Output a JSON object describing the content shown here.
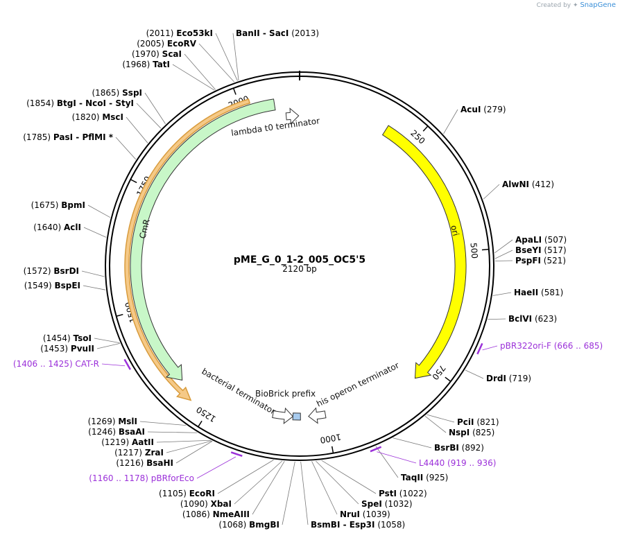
{
  "brand": {
    "prefix": "Created by",
    "name": "SnapGene"
  },
  "plasmid": {
    "name": "pME_G_0_1-2_005_OC5'5",
    "size": "2120 bp",
    "total_bp": 2120
  },
  "ruler_ticks": [
    {
      "bp": 250,
      "label": "250"
    },
    {
      "bp": 500,
      "label": "500"
    },
    {
      "bp": 750,
      "label": "750"
    },
    {
      "bp": 1000,
      "label": "1000"
    },
    {
      "bp": 1250,
      "label": "1250"
    },
    {
      "bp": 1500,
      "label": "1500"
    },
    {
      "bp": 1750,
      "label": "1750"
    },
    {
      "bp": 2000,
      "label": "2000"
    }
  ],
  "features": [
    {
      "name": "ori",
      "start": 190,
      "end": 790,
      "strand": 1,
      "color": "#ffff00",
      "track": "outer",
      "label": "ori"
    },
    {
      "name": "CmR",
      "start": 1330,
      "end": 2068,
      "strand": -1,
      "color": "#c8f7c8",
      "track": "inner",
      "label": "CmR"
    },
    {
      "name": "CmR-highlight",
      "start": 1290,
      "end": 2020,
      "strand": -1,
      "color": "#f5c987",
      "track": "highlight",
      "label": ""
    },
    {
      "name": "lambda t0 terminator",
      "start": 2090,
      "end": 2118,
      "strand": 1,
      "color": "#ffffff",
      "track": "terminator",
      "label": "lambda t0 terminator"
    },
    {
      "name": "his operon terminator",
      "start": 1040,
      "end": 1000,
      "strand": 1,
      "color": "#ffffff",
      "track": "terminator",
      "label": "his operon terminator"
    },
    {
      "name": "bacterial terminator",
      "start": 1075,
      "end": 1120,
      "strand": -1,
      "color": "#ffffff",
      "track": "terminator",
      "label": "bacterial terminator"
    },
    {
      "name": "BioBrick prefix",
      "start": 1058,
      "end": 1075,
      "strand": 0,
      "color": "#a8cbee",
      "track": "terminator",
      "label": "BioBrick prefix"
    }
  ],
  "enzymes": [
    {
      "name": "AcuI",
      "pos": "(279)"
    },
    {
      "name": "AlwNI",
      "pos": "(412)"
    },
    {
      "name": "ApaLI",
      "pos": "(507)"
    },
    {
      "name": "BseYI",
      "pos": "(517)"
    },
    {
      "name": "PspFI",
      "pos": "(521)"
    },
    {
      "name": "HaeII",
      "pos": "(581)"
    },
    {
      "name": "BclVI",
      "pos": "(623)"
    },
    {
      "name": "DrdI",
      "pos": "(719)"
    },
    {
      "name": "PciI",
      "pos": "(821)"
    },
    {
      "name": "NspI",
      "pos": "(825)"
    },
    {
      "name": "BsrBI",
      "pos": "(892)"
    },
    {
      "name": "TaqII",
      "pos": "(925)"
    },
    {
      "name": "PstI",
      "pos": "(1022)"
    },
    {
      "name": "SpeI",
      "pos": "(1032)"
    },
    {
      "name": "NruI",
      "pos": "(1039)"
    },
    {
      "name": "BsmBI - Esp3I",
      "pos": "(1058)"
    },
    {
      "name": "BmgBI",
      "pos": "(1068)"
    },
    {
      "name": "NmeAIII",
      "pos": "(1086)"
    },
    {
      "name": "XbaI",
      "pos": "(1090)"
    },
    {
      "name": "EcoRI",
      "pos": "(1105)"
    },
    {
      "name": "BsaHI",
      "pos": "(1216)"
    },
    {
      "name": "ZraI",
      "pos": "(1217)"
    },
    {
      "name": "AatII",
      "pos": "(1219)"
    },
    {
      "name": "BsaAI",
      "pos": "(1246)"
    },
    {
      "name": "MslI",
      "pos": "(1269)"
    },
    {
      "name": "PvuII",
      "pos": "(1453)"
    },
    {
      "name": "TsoI",
      "pos": "(1454)"
    },
    {
      "name": "BspEI",
      "pos": "(1549)"
    },
    {
      "name": "BsrDI",
      "pos": "(1572)"
    },
    {
      "name": "AclI",
      "pos": "(1640)"
    },
    {
      "name": "BpmI",
      "pos": "(1675)"
    },
    {
      "name": "PasI - PflMI *",
      "pos": "(1785)"
    },
    {
      "name": "MscI",
      "pos": "(1820)"
    },
    {
      "name": "BtgI - NcoI - StyI",
      "pos": "(1854)"
    },
    {
      "name": "SspI",
      "pos": "(1865)"
    },
    {
      "name": "TatI",
      "pos": "(1968)"
    },
    {
      "name": "ScaI",
      "pos": "(1970)"
    },
    {
      "name": "EcoRV",
      "pos": "(2005)"
    },
    {
      "name": "Eco53kI",
      "pos": "(2011)"
    },
    {
      "name": "BanII - SacI",
      "pos": "(2013)"
    }
  ],
  "primers": [
    {
      "name": "pBR322ori-F",
      "range": "(666 .. 685)"
    },
    {
      "name": "L4440",
      "range": "(919 .. 936)"
    },
    {
      "name": "pBRforEco",
      "range": "(1160 .. 1178)"
    },
    {
      "name": "CAT-R",
      "range": "(1406 .. 1425)"
    }
  ]
}
